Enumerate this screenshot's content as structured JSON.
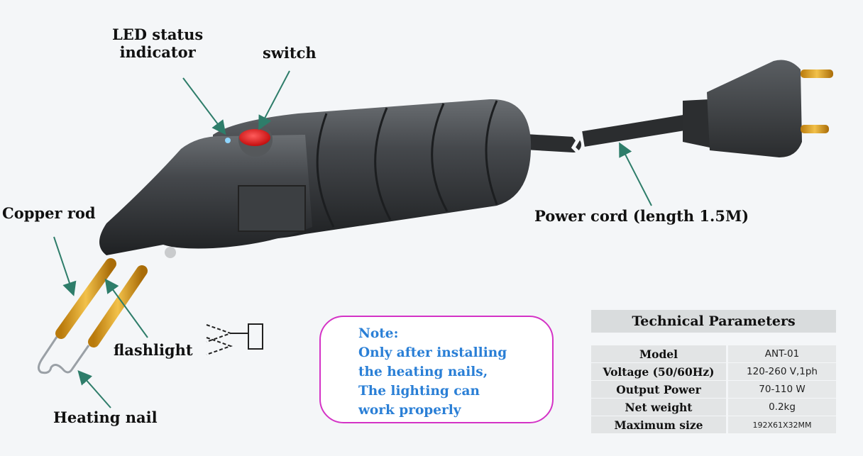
{
  "labels": {
    "led": [
      "LED status",
      "indicator"
    ],
    "switch": "switch",
    "copper_rod": "Copper rod",
    "flashlight": "flashlight",
    "heating_nail": "Heating nail",
    "power_cord": "Power cord (length 1.5M)"
  },
  "note": {
    "title": "Note:",
    "lines": [
      "Only after installing",
      "the heating nails,",
      "The lighting can",
      "work properly"
    ]
  },
  "technical_parameters": {
    "title": "Technical Parameters",
    "rows": [
      {
        "key": "Model",
        "value": "ANT-01"
      },
      {
        "key": "Voltage (50/60Hz)",
        "value": "120-260 V,1ph"
      },
      {
        "key": "Output Power",
        "value": "70-110 W"
      },
      {
        "key": "Net weight",
        "value": "0.2kg"
      },
      {
        "key": "Maximum size",
        "value": "192X61X32MM"
      }
    ]
  },
  "colors": {
    "background": "#f4f6f8",
    "body": "#3a3d40",
    "switch": "#e01b1b",
    "copper": "#e0a21e",
    "arrow": "#2e7d6a",
    "note_border": "#d433c6",
    "note_text": "#2a7fd6"
  }
}
